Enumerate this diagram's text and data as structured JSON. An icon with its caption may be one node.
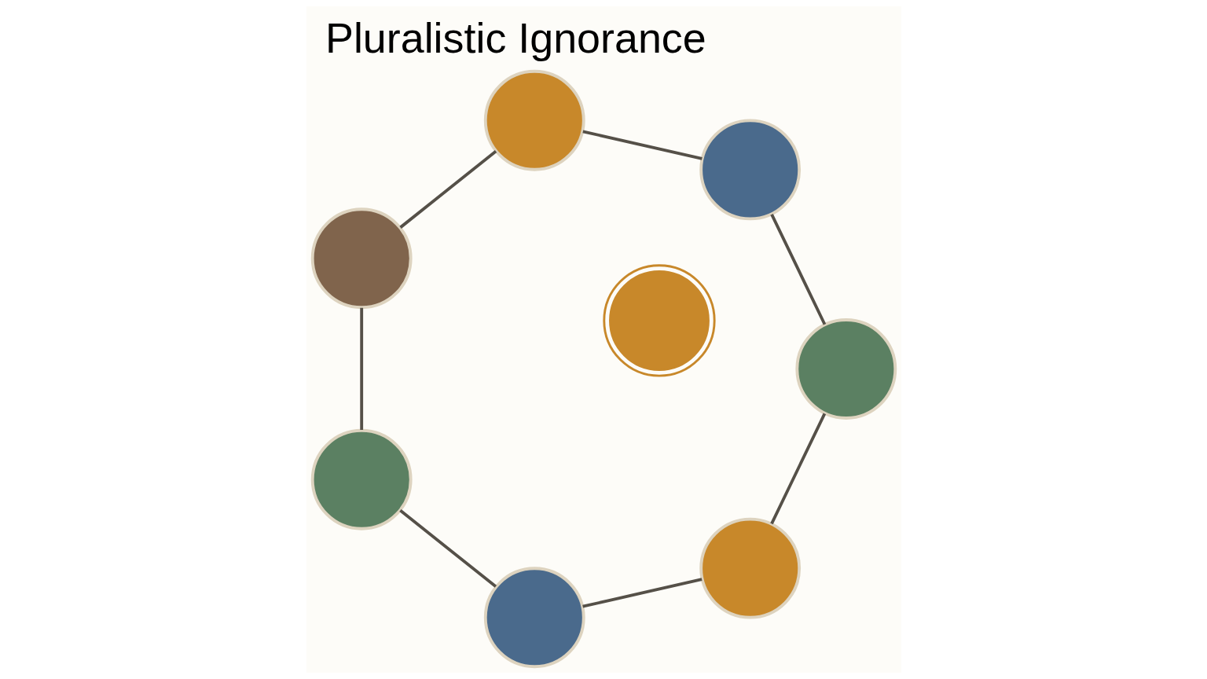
{
  "diagram": {
    "title": "Pluralistic Ignorance",
    "nodes": [
      {
        "text": [],
        "shape": "circle"
      },
      {
        "text": [],
        "shape": "circle"
      },
      {
        "text": [],
        "shape": "circle"
      },
      {
        "text": [],
        "shape": "circle"
      },
      {
        "text": [],
        "shape": "circle"
      },
      {
        "text": [],
        "shape": "circle"
      },
      {
        "text": [],
        "shape": "circle"
      },
      {
        "text": [],
        "shape": "circle"
      }
    ],
    "edges": [
      {
        "from": 0,
        "to": 2,
        "arrow": "none"
      },
      {
        "from": 2,
        "to": 5,
        "arrow": "none"
      },
      {
        "from": 5,
        "to": 7,
        "arrow": "none"
      },
      {
        "from": 7,
        "to": 6,
        "arrow": "none"
      },
      {
        "from": 6,
        "to": 4,
        "arrow": "none"
      },
      {
        "from": 4,
        "to": 1,
        "arrow": "none"
      },
      {
        "from": 1,
        "to": 0,
        "arrow": "none"
      }
    ]
  }
}
